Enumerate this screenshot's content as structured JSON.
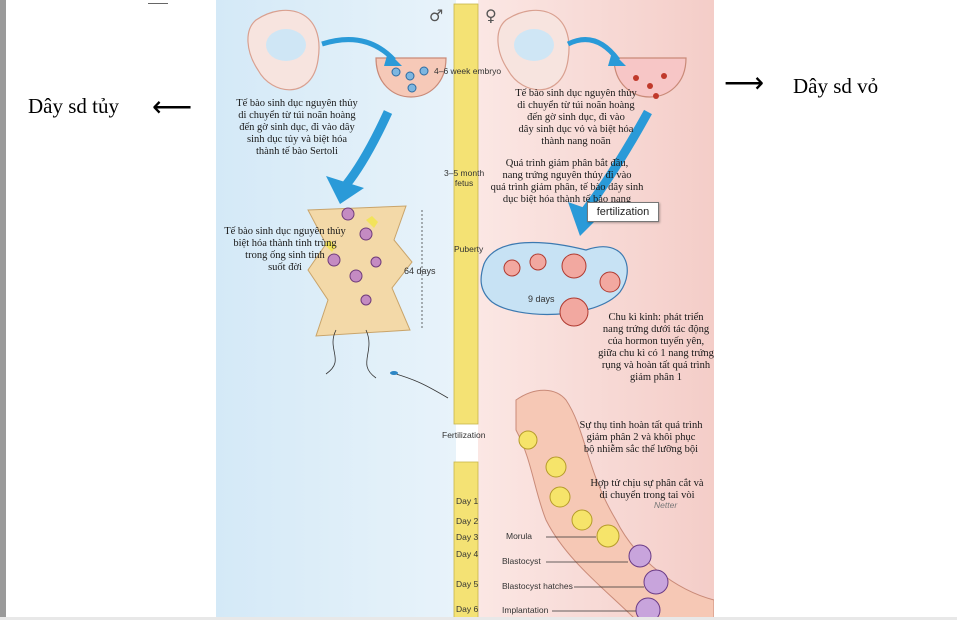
{
  "side_labels": {
    "left": "Dây sd tủy",
    "right": "Dây sd vỏ"
  },
  "figure": {
    "male_symbol": "♂",
    "female_symbol": "♀",
    "timeline": {
      "week": "4–6 week embryo",
      "month": "3–5 month\nfetus",
      "puberty": "Puberty",
      "fertilization": "Fertilization",
      "days": [
        "Day 1",
        "Day 2",
        "Day 3",
        "Day 4",
        "Day 5",
        "Day 6"
      ]
    },
    "male_captions": {
      "c1": "Tế bào sinh dục nguyên thủy\ndi chuyển từ túi noãn hoàng\nđến gờ sinh dục, đi vào dây\nsinh dục tủy và biệt hóa\nthành tế bào Sertoli",
      "c2": "Tế bào sinh dục nguyên thủy\nbiệt hóa thành tinh trùng\ntrong ống sinh tinh\nsuốt đời",
      "duration": "64 days"
    },
    "female_captions": {
      "c1": "Tế bào sinh dục nguyên thủy\ndi chuyển từ túi noãn hoàng\nđến gờ sinh dục, đi vào\ndây sinh dục vỏ và biệt hóa\nthành nang noãn",
      "c2": "Quá trình giảm phân bắt đầu,\nnang trứng nguyên thủy đi vào\nquá trình giảm phân, tế bào dây sinh\ndục biệt hóa thành tế bào nang",
      "cycle": "Chu kì kinh: phát triển\nnang trứng dưới tác động\ncủa hormon tuyến yên,\ngiữa chu kì có 1 nang trứng\nrụng và hoàn tất quá trình\ngiảm phân 1",
      "fert": "Sự thụ tinh hoàn tất quá trình\ngiảm phân 2 và khôi phục\nbộ nhiễm sắc thể lưỡng bội",
      "zygote": "Hợp tử chịu sự phân cắt và\ndi chuyển trong tai vòi",
      "duration": "9 days"
    },
    "stage_labels": [
      "Morula",
      "Blastocyst",
      "Blastocyst hatches",
      "Implantation"
    ],
    "signature": "Netter"
  },
  "tooltip": "fertilization",
  "colors": {
    "male_bg": "#dcecf7",
    "female_bg": "#f6d3cf",
    "timeline": "#f4e274",
    "arrow": "#2a9ad8",
    "tubule": "#f3d9a8"
  }
}
